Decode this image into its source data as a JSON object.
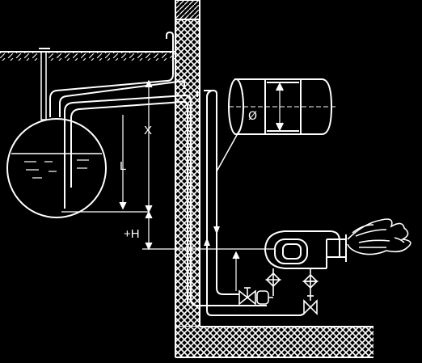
{
  "labels": {
    "x_distance": "X",
    "l_length": "L",
    "h_height": "+H",
    "diameter": "Ø"
  }
}
